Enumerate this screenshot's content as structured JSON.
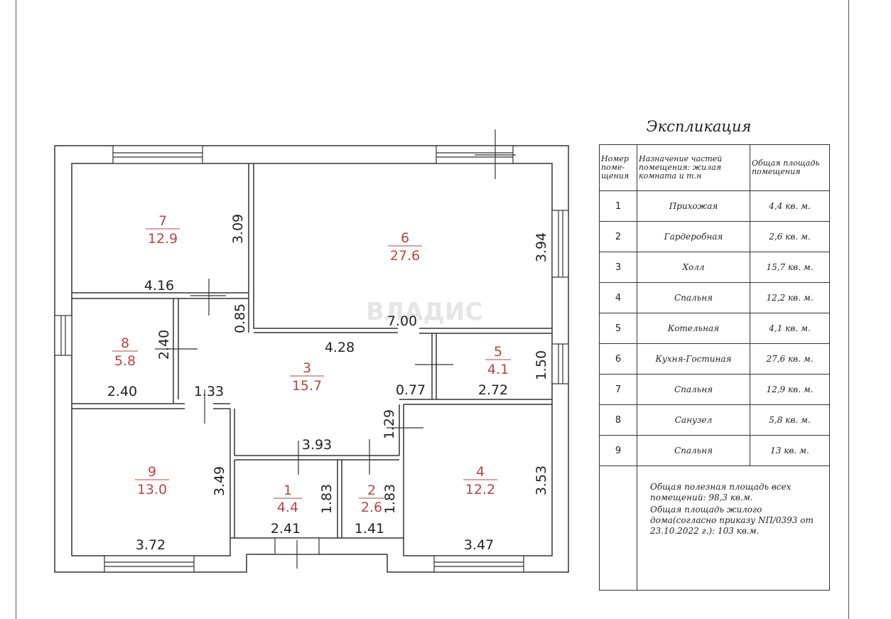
{
  "floorplan": {
    "watermark": "ВЛАДИС",
    "rooms": [
      {
        "number": "7",
        "area": "12.9"
      },
      {
        "number": "6",
        "area": "27.6"
      },
      {
        "number": "8",
        "area": "5.8"
      },
      {
        "number": "3",
        "area": "15.7"
      },
      {
        "number": "5",
        "area": "4.1"
      },
      {
        "number": "9",
        "area": "13.0"
      },
      {
        "number": "1",
        "area": "4.4"
      },
      {
        "number": "2",
        "area": "2.6"
      },
      {
        "number": "4",
        "area": "12.2"
      }
    ],
    "dimensions": [
      "3.09",
      "4.16",
      "3.94",
      "0.85",
      "7.00",
      "4.28",
      "2.40",
      "2.40",
      "1.33",
      "0.77",
      "2.72",
      "1.50",
      "1.29",
      "3.93",
      "3.49",
      "1.83",
      "1.83",
      "3.53",
      "3.72",
      "2.41",
      "1.41",
      "3.47"
    ]
  },
  "explication": {
    "title": "Экспликация",
    "headers": [
      "Номер поме- щения",
      "Назначение частей помещения: жилая комната и т.н",
      "Общая площадь помещения"
    ],
    "rows": [
      {
        "num": "1",
        "name": "Прихожая",
        "area": "4,4 кв. м."
      },
      {
        "num": "2",
        "name": "Гардеробная",
        "area": "2,6 кв. м."
      },
      {
        "num": "3",
        "name": "Холл",
        "area": "15,7 кв. м."
      },
      {
        "num": "4",
        "name": "Спальня",
        "area": "12,2 кв. м."
      },
      {
        "num": "5",
        "name": "Котельная",
        "area": "4,1 кв. м."
      },
      {
        "num": "6",
        "name": "Кухня-Гостиная",
        "area": "27,6 кв. м."
      },
      {
        "num": "7",
        "name": "Спальня",
        "area": "12,9 кв. м."
      },
      {
        "num": "8",
        "name": "Санузел",
        "area": "5,8 кв. м."
      },
      {
        "num": "9",
        "name": "Спальня",
        "area": "13 кв. м."
      }
    ],
    "note1": "Общая полезная площадь всех помещений: 98,3 кв.м.",
    "note2": "Общая площадь жилого дома(согласно приказу NП/0393 от 23.10.2022 г.): 103 кв.м."
  }
}
